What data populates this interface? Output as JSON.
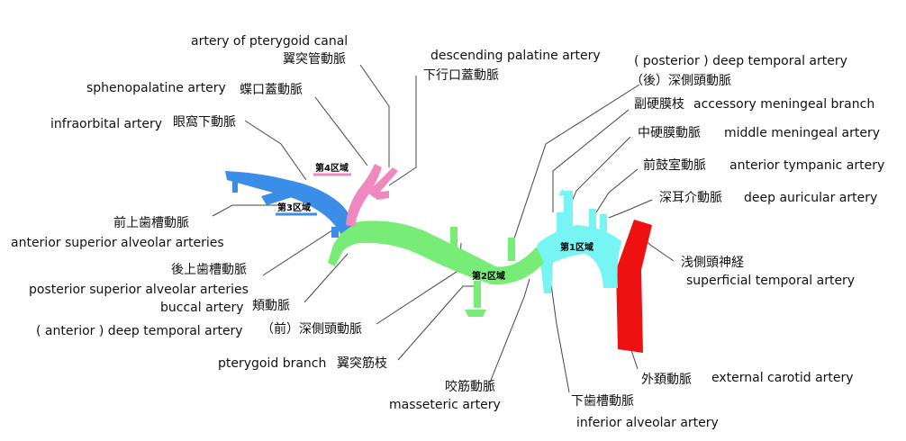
{
  "zones": {
    "z1": "第1区域",
    "z2": "第2区域",
    "z3": "第3区域",
    "z4": "第4区域"
  },
  "colors": {
    "zone1": "#77f4f4",
    "zone2": "#77ec77",
    "zone3": "#3a8ee8",
    "zone4": "#ee88bf",
    "external_carotid": "#ee1111",
    "leader": "#444444"
  },
  "labels": {
    "pterygoid_canal_en": "artery of pterygoid canal",
    "pterygoid_canal_jp": "翼突管動脈",
    "descending_palatine_en": "descending palatine artery",
    "descending_palatine_jp": "下行口蓋動脈",
    "sphenopalatine_en": "sphenopalatine artery",
    "sphenopalatine_jp": "蝶口蓋動脈",
    "infraorbital_en": "infraorbital artery",
    "infraorbital_jp": "眼窩下動脈",
    "ant_sup_alveolar_jp": "前上歯槽動脈",
    "ant_sup_alveolar_en": "anterior superior alveolar arteries",
    "post_sup_alveolar_jp": "後上歯槽動脈",
    "post_sup_alveolar_en": "posterior superior alveolar arteries",
    "buccal_en": "buccal artery",
    "buccal_jp": "頬動脈",
    "ant_deep_temporal_en": "( anterior ) deep temporal artery",
    "ant_deep_temporal_jp": "（前）深側頭動脈",
    "pterygoid_branch_en": "pterygoid branch",
    "pterygoid_branch_jp": "翼突筋枝",
    "masseteric_jp": "咬筋動脈",
    "masseteric_en": "masseteric artery",
    "inf_alveolar_jp": "下歯槽動脈",
    "inf_alveolar_en": "inferior alveolar artery",
    "external_carotid_jp": "外頚動脈",
    "external_carotid_en": "external carotid artery",
    "superficial_temporal_jp": "浅側頭神経",
    "superficial_temporal_en": "superficial temporal artery",
    "deep_auricular_jp": "深耳介動脈",
    "deep_auricular_en": "deep auricular artery",
    "ant_tympanic_jp": "前鼓室動脈",
    "ant_tympanic_en": "anterior tympanic artery",
    "middle_meningeal_jp": "中硬膜動脈",
    "middle_meningeal_en": "middle meningeal artery",
    "accessory_meningeal_jp": "副硬膜枝",
    "accessory_meningeal_en": "accessory meningeal branch",
    "post_deep_temporal_en": "( posterior ) deep temporal artery",
    "post_deep_temporal_jp": "（後）深側頭動脈"
  }
}
